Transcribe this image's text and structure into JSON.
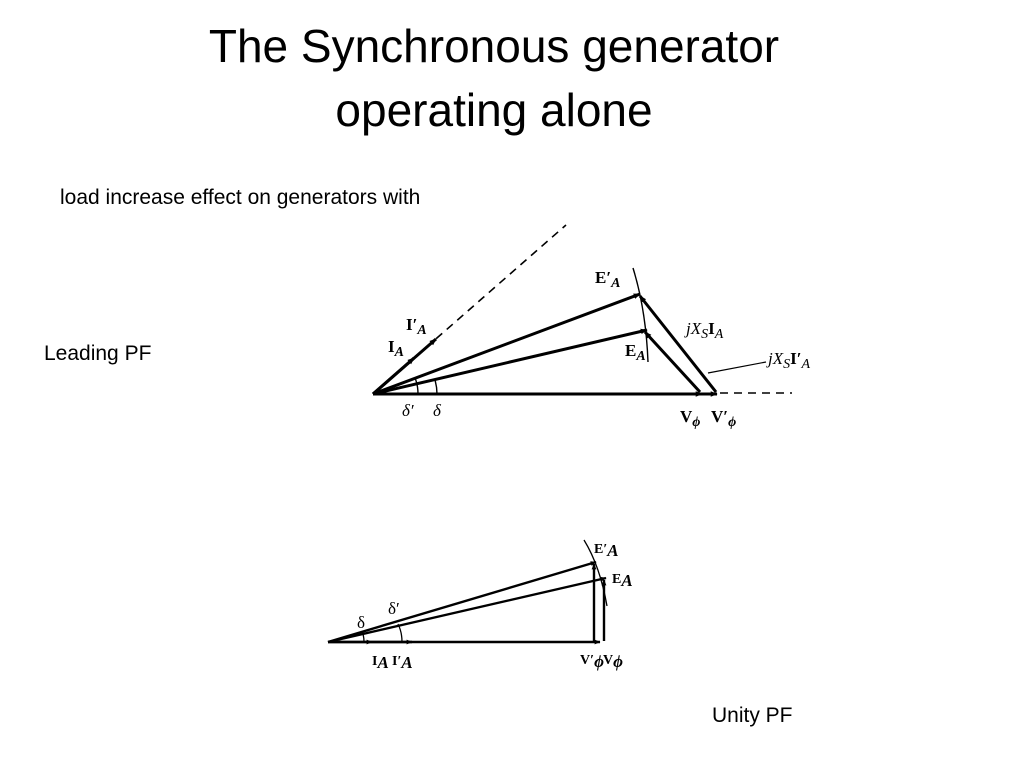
{
  "slide": {
    "title_line1": "The Synchronous generator",
    "title_line2": "operating alone",
    "subtitle": "load increase effect on generators with",
    "leading_label": "Leading PF",
    "unity_label": "Unity PF"
  },
  "diagram_leading": {
    "ia_prime": "I′",
    "ia_prime_sub": "A",
    "ia": "I",
    "ia_sub": "A",
    "ea_prime": "E′",
    "ea_prime_sub": "A",
    "ea": "E",
    "ea_sub": "A",
    "jxs_ia_j": "jX",
    "jxs_ia_s": "S",
    "jxs_ia_i": "I",
    "jxs_ia_a": "A",
    "jxs_iap_j": "jX",
    "jxs_iap_s": "S",
    "jxs_iap_i": "I′",
    "jxs_iap_a": "A",
    "delta_prime": "δ′",
    "delta": "δ",
    "vphi": "V",
    "vphi_sub": "ϕ",
    "vphi_prime": "V′",
    "vphi_prime_sub": "ϕ"
  },
  "diagram_unity": {
    "ea_prime": "E′",
    "ea_prime_sub": "A",
    "ea": "E",
    "ea_sub": "A",
    "delta": "δ",
    "delta_prime": "δ′",
    "ia": "I",
    "ia_sub": "A",
    "ia_prime": "I′",
    "ia_prime_sub": "A",
    "vphi_prime": "V′",
    "vphi_prime_sub": "ϕ",
    "vphi": "V",
    "vphi_sub": "ϕ"
  }
}
